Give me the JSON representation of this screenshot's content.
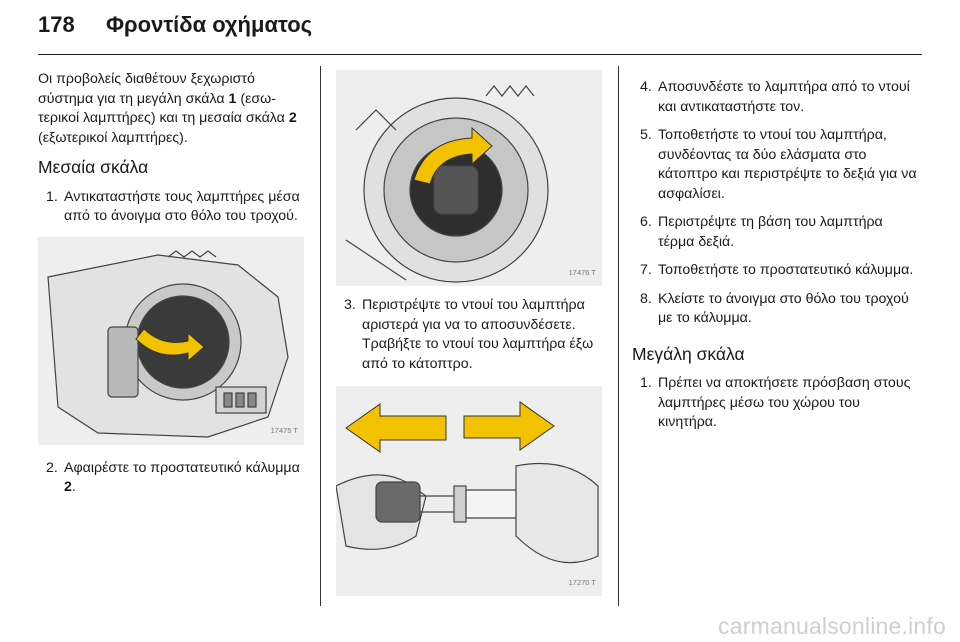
{
  "header": {
    "page_number": "178",
    "title": "Φροντίδα οχήματος"
  },
  "col1": {
    "intro_a": "Οι προβολείς διαθέτουν ξεχωριστό σύστημα για τη μεγάλη σκάλα ",
    "intro_b": "1",
    "intro_c": " (εσω­τερικοί λαμπτήρες) και τη μεσαία σκάλα ",
    "intro_d": "2",
    "intro_e": " (εξωτερικοί λαμπτήρες).",
    "heading": "Μεσαία σκάλα",
    "step1_num": "1.",
    "step1_text": "Αντικαταστήστε τους λαμπτήρες μέσα από το άνοιγμα στο θόλο του τροχού.",
    "fig1_code": "17475 T",
    "step2_num": "2.",
    "step2_text_a": "Αφαιρέστε το προστατευτικό κά­λυμμα ",
    "step2_text_b": "2",
    "step2_text_c": "."
  },
  "col2": {
    "fig2_code": "17476 T",
    "step3_num": "3.",
    "step3_text": "Περιστρέψτε το ντουί του λα­μπτήρα αριστερά για να το απο­συνδέσετε. Τραβήξτε το ντουί του λαμπτήρα έξω από το κάτοπτρο.",
    "fig3_code": "17270 T"
  },
  "col3": {
    "steps": [
      {
        "num": "4.",
        "text": "Αποσυνδέστε το λαμπτήρα από το ντουί και αντικαταστήστε τον."
      },
      {
        "num": "5.",
        "text": "Τοποθετήστε το ντουί του λα­μπτήρα, συνδέοντας τα δύο ελά­σματα στο κάτοπτρο και περι­στρέψτε το δεξιά για να ασφαλίσει."
      },
      {
        "num": "6.",
        "text": "Περιστρέψτε τη βάση του λα­μπτήρα τέρμα δεξιά."
      },
      {
        "num": "7.",
        "text": "Τοποθετήστε το προστατευτικό κάλυμμα."
      },
      {
        "num": "8.",
        "text": "Κλείστε το άνοιγμα στο θόλο του τροχού με το κάλυμμα."
      }
    ],
    "heading": "Μεγάλη σκάλα",
    "step1_num": "1.",
    "step1_text": "Πρέπει να αποκτήσετε πρόσβαση στους λαμπτήρες μέσω του χώ­ρου του κινητήρα."
  },
  "footer": {
    "watermark": "carmanualsonline.info"
  },
  "colors": {
    "arrow_fill": "#f2c200",
    "figure_bg": "#eeeeee"
  }
}
